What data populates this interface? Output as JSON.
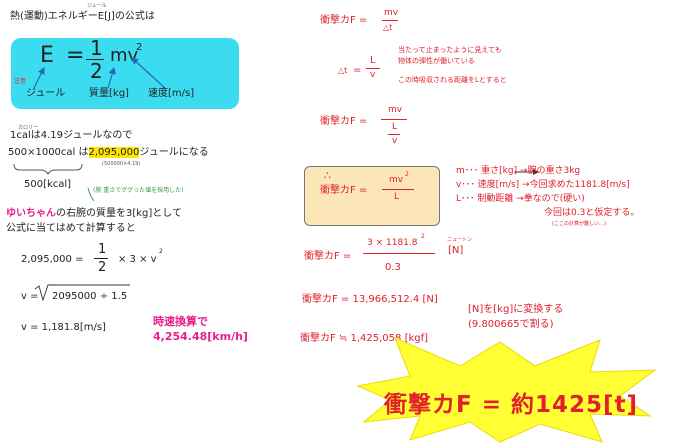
{
  "left": {
    "title": "熱(運動)エネルギーE[J]の公式は",
    "title_ruby": "ジュール",
    "formula_E": "E",
    "formula_eq": "=",
    "formula_num": "1",
    "formula_den": "2",
    "formula_mv": "mv",
    "formula_sq": "2",
    "note_chui": "注意",
    "label_joule": "ジュール",
    "label_mass": "質量[kg]",
    "label_speed": "速度[m/s]",
    "kcal_ruby": "カロリー",
    "kcal_line": "1calは4.19ジュールなので",
    "calc_prefix": "500×1000cal は",
    "calc_value": "2,095,000",
    "calc_suffix": "ジュールになる",
    "calc_note": "(500000×4.19)",
    "brace_label": "500[kcal]",
    "mass_note": "(腕 重さでググった値を採用した)",
    "yui_name": "ゆいちゃん",
    "yui_line1": "の右腕の質量を3[kg]として",
    "yui_line2": "公式に当てはめて計算すると",
    "eq1_lhs": "2,095,000 =",
    "eq1_num": "1",
    "eq1_den": "2",
    "eq1_rhs": "× 3 × v",
    "eq1_sq": "2",
    "eq2_lhs": "v =",
    "eq2_root": "√",
    "eq2_body": "2095000 ÷ 1.5",
    "eq3": "v = 1,181.8[m/s]",
    "speed_ann1": "時速換算で",
    "speed_ann2": "4,254.48[km/h]"
  },
  "right": {
    "f1_lhs": "衝撃カF =",
    "f1_num": "mv",
    "f1_den": "△t",
    "dt_sym": "△t",
    "dt_eq": "=",
    "dt_num": "L",
    "dt_den": "v",
    "dt_note1": "当たって止まったように見えても",
    "dt_note2": "物体の弾性が働いている",
    "dt_note3": "この時吸収される距離をLとすると",
    "f2_lhs": "衝撃カF =",
    "f2_num": "mv",
    "f2_den_num": "L",
    "f2_den_den": "v",
    "therefore": "∴",
    "f3_lhs": "衝撃カF =",
    "f3_num": "mv",
    "f3_sq": "2",
    "f3_den": "L",
    "legend_m": "m･･･ 重さ[kg] →腕の重さ3kg",
    "legend_v": "v･･･ 速度[m/s] →今回求めた1181.8[m/s]",
    "legend_l": "L･･･ 制動距離 →拳なので(硬い)",
    "legend_l2": "今回は0.3と仮定する。",
    "legend_note": "(ここの計算が難しい…)",
    "f4_lhs": "衝撃カF =",
    "f4_num": "3 × 1181.8",
    "f4_sq": "2",
    "f4_den": "0.3",
    "f4_unit": "[N]",
    "f4_ruby": "ニュートン",
    "f5": "衝撃カF = 13,966,512.4 [N]",
    "conv1": "[N]を[kg]に変換する",
    "conv2": "(9.800665で割る)",
    "f6": "衝撃カF ≒ 1,425,058 [kgf]",
    "result": "衝撃カF = 約1425[t]"
  },
  "colors": {
    "cyan_box": "#3cdcf0",
    "highlight": "#ffe600",
    "red": "#e0202a",
    "pink": "#e8208a",
    "green": "#3a9a3a",
    "blue_arrow": "#2a66b8",
    "starburst": "#ffff33",
    "result_box": "#fce6b8"
  }
}
